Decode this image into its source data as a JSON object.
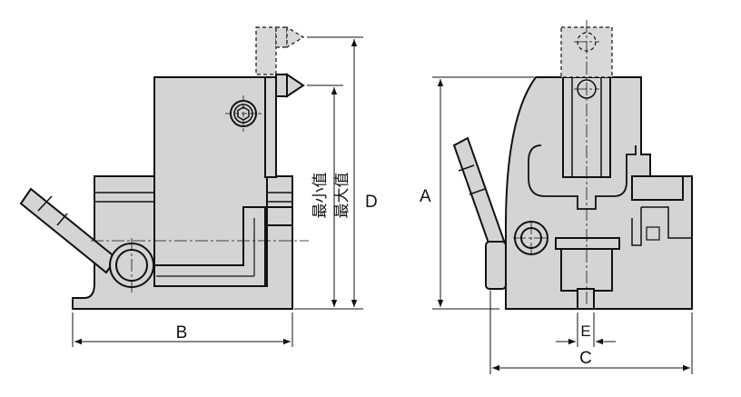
{
  "labels": {
    "A": "A",
    "B": "B",
    "C": "C",
    "D": "D",
    "E": "E",
    "min_value": "最小值",
    "max_value": "最大值"
  },
  "colors": {
    "line": "#111111",
    "body_gray": "#d4d4d4",
    "dashed_gray": "#d0d0d0",
    "background": "#ffffff"
  }
}
